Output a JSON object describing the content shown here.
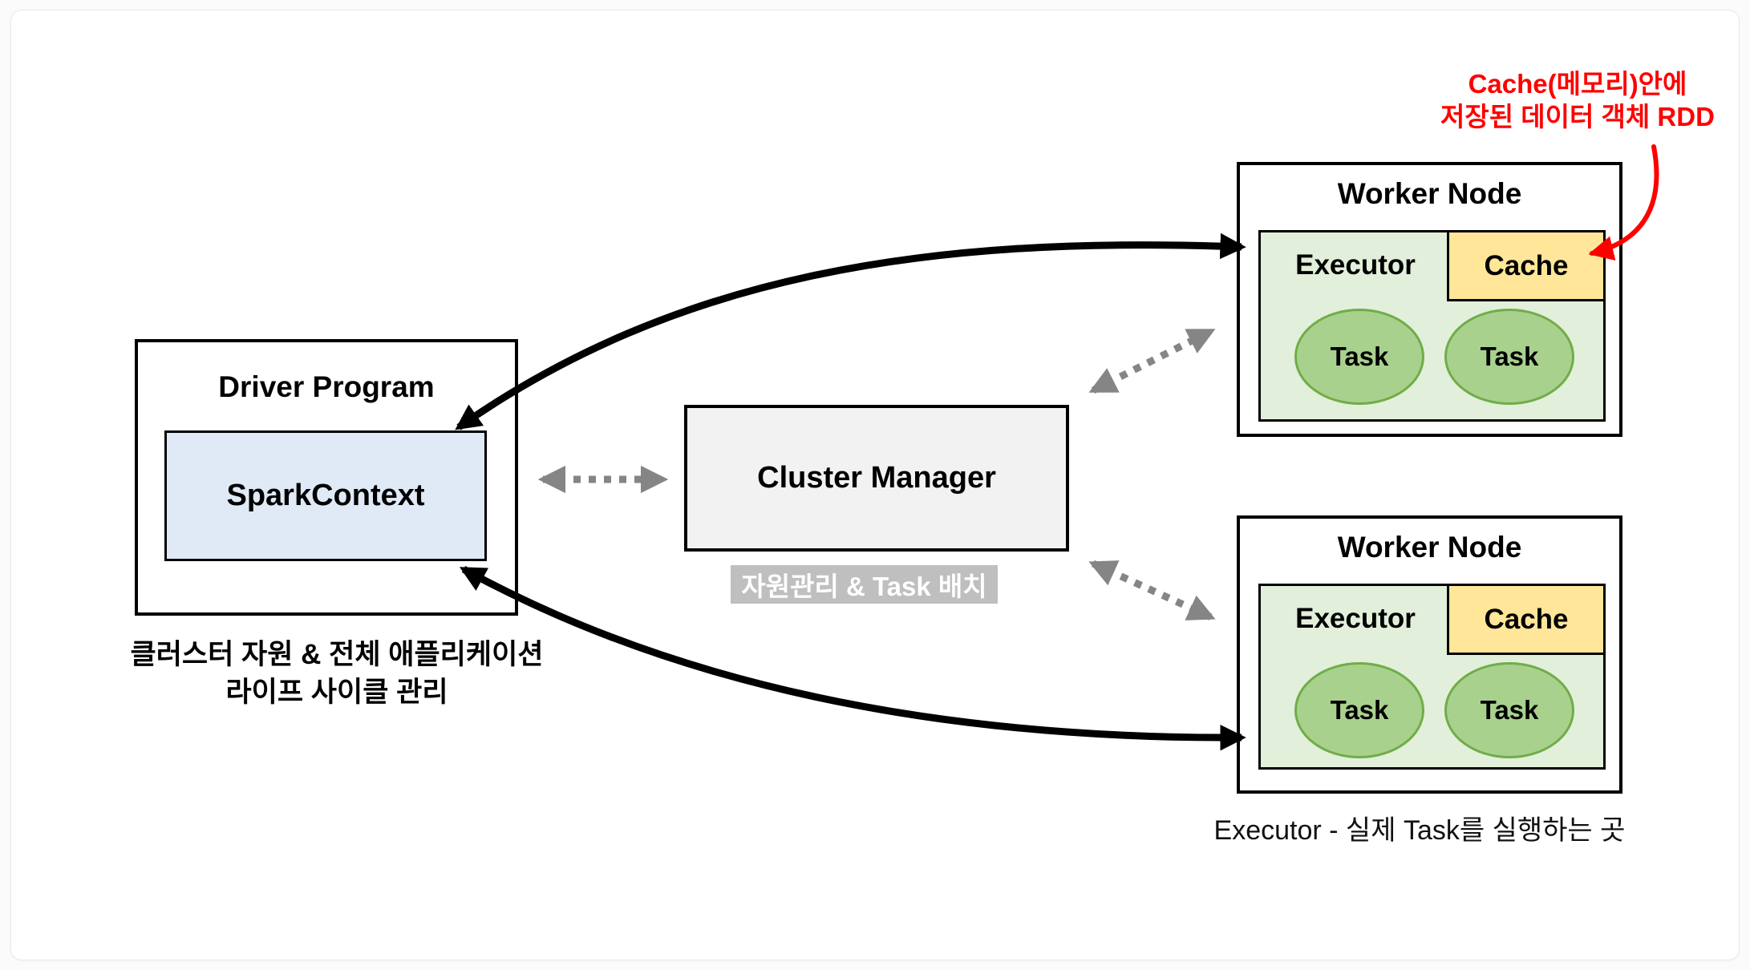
{
  "annotation": {
    "line1": "Cache(메모리)안에",
    "line2": "저장된 데이터 객체 RDD",
    "color": "#fe0000"
  },
  "driver": {
    "title": "Driver Program",
    "spark_context": "SparkContext",
    "caption_line1": "클러스터 자원 & 전체 애플리케이션",
    "caption_line2": "라이프 사이클 관리"
  },
  "cluster_manager": {
    "title": "Cluster Manager",
    "badge": "자원관리 & Task 배치"
  },
  "worker_nodes": [
    {
      "title": "Worker Node",
      "executor_label": "Executor",
      "cache_label": "Cache",
      "tasks": [
        "Task",
        "Task"
      ]
    },
    {
      "title": "Worker Node",
      "executor_label": "Executor",
      "cache_label": "Cache",
      "tasks": [
        "Task",
        "Task"
      ]
    }
  ],
  "footer_caption": "Executor - 실제 Task를 실행하는 곳",
  "colors": {
    "spark_context_fill": "#dfeaf6",
    "executor_fill": "#e2efda",
    "cache_fill": "#ffe699",
    "task_fill": "#a9d18e",
    "task_border": "#70ad47",
    "cluster_fill": "#f2f2f2",
    "badge_bg": "#bfbfbf",
    "dotted_arrow": "#858585",
    "solid_arrow": "#000000",
    "annotation_red": "#fe0000"
  }
}
